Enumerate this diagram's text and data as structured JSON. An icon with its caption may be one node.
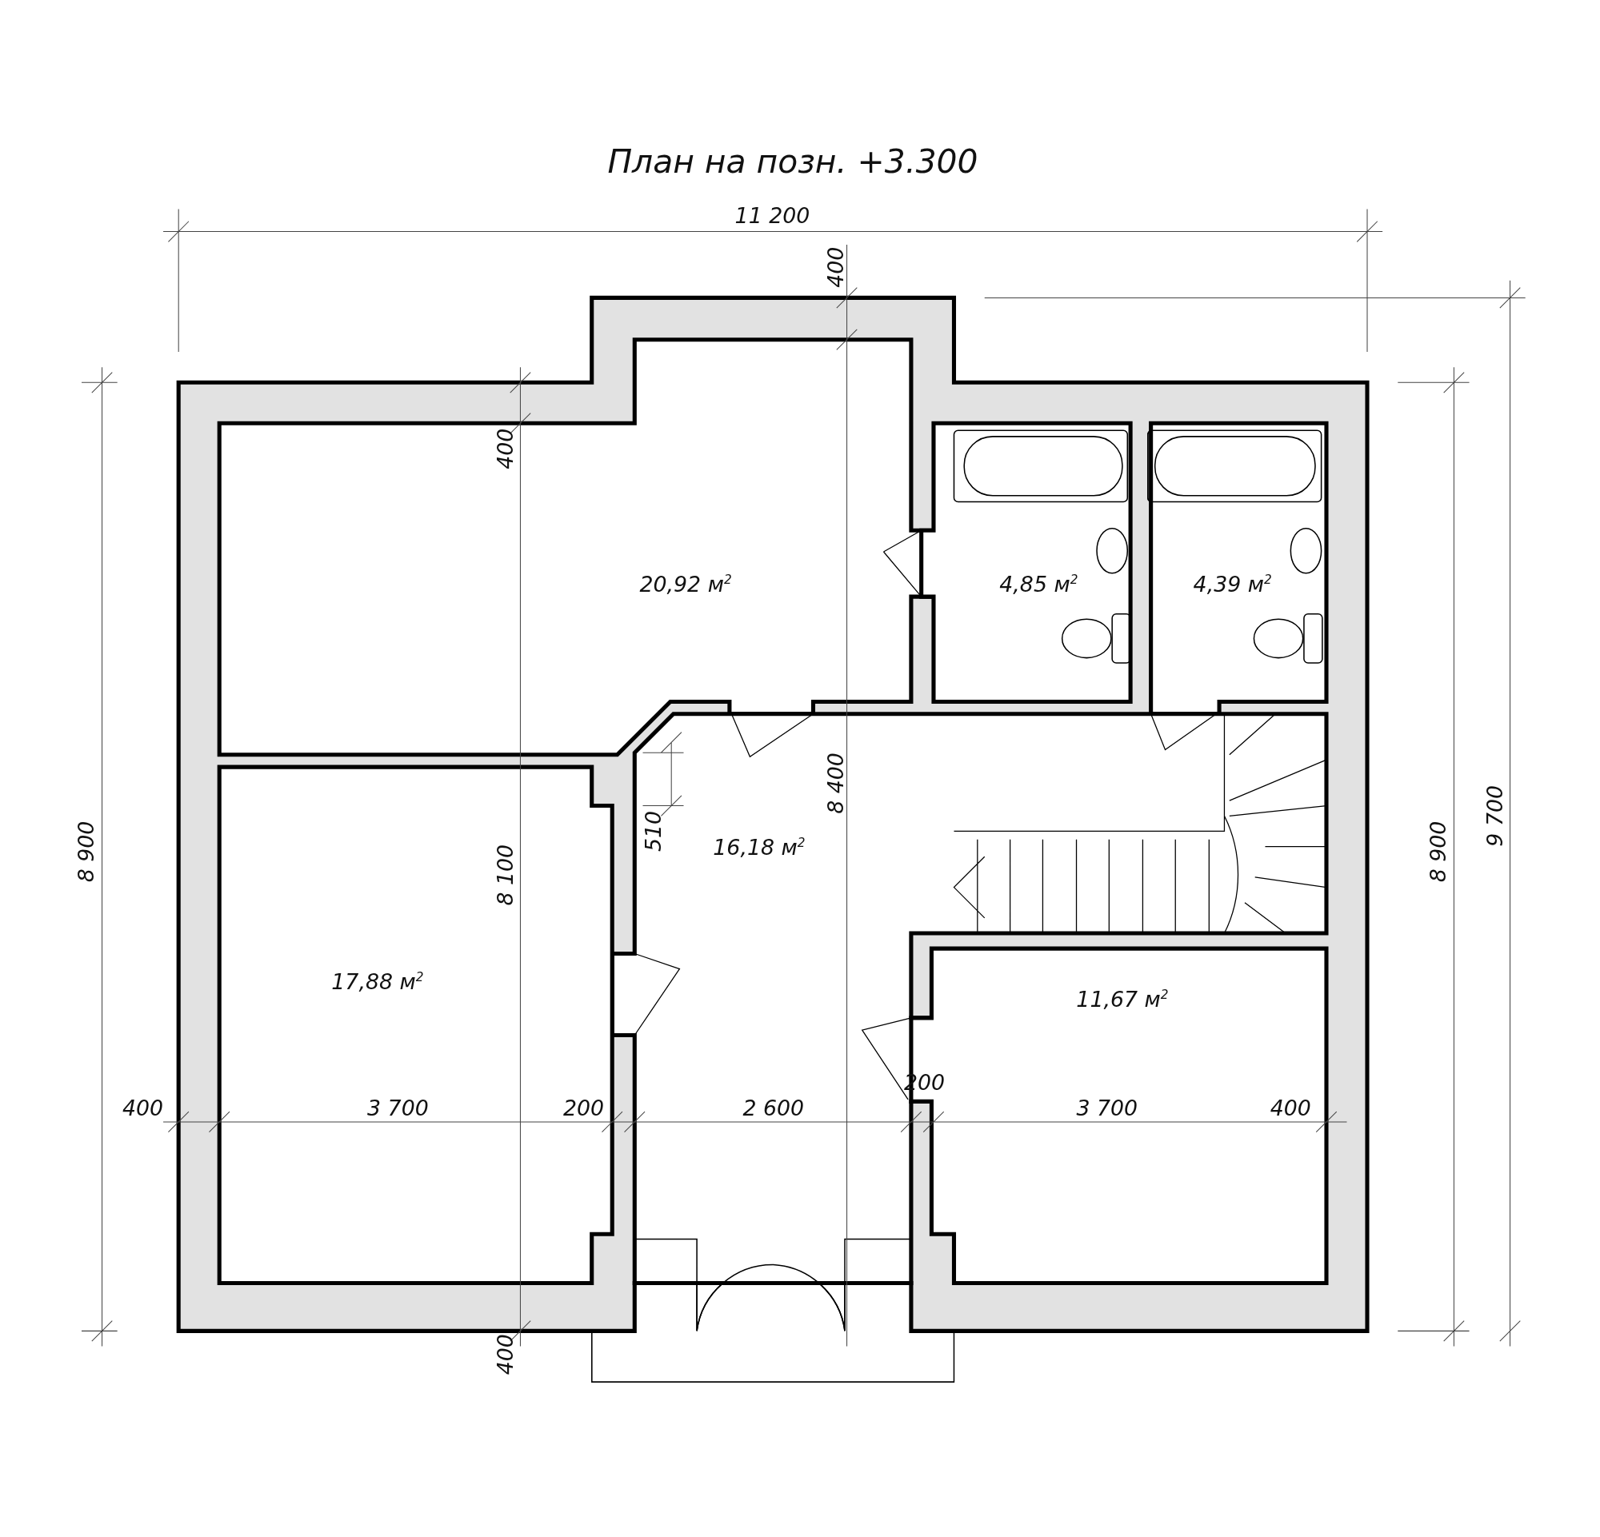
{
  "diagram": {
    "title": "План на позн. +3.300",
    "nodes": [
      {
        "text": [
          "20,92 м$^{2}$"
        ]
      },
      {
        "text": [
          "4,85 м$^{2}$"
        ]
      },
      {
        "text": [
          "4,39 м$^{2}$"
        ]
      },
      {
        "text": [
          "16,18 м$^{2}$"
        ]
      },
      {
        "text": [
          "17,88 м$^{2}$"
        ]
      },
      {
        "text": [
          "11,67 м$^{2}$"
        ]
      }
    ],
    "labels": [
      "11 200",
      "400",
      "400",
      "8 900",
      "8 400",
      "510",
      "8 100",
      "8 900",
      "9 700",
      "400",
      "3 700",
      "200",
      "2 600",
      "200",
      "3 700",
      "400",
      "400"
    ]
  }
}
